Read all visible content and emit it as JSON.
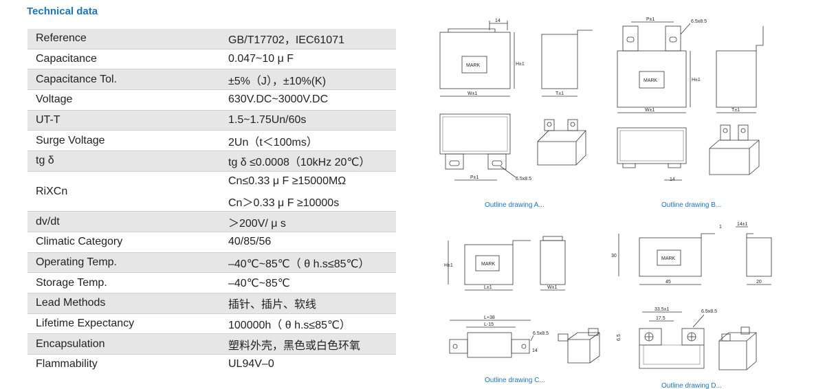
{
  "title": "Technical data",
  "rows": [
    {
      "label": "Reference",
      "values": [
        "GB/T17702，IEC61071"
      ]
    },
    {
      "label": "Capacitance",
      "values": [
        "0.047~10 μ F"
      ]
    },
    {
      "label": "Capacitance Tol.",
      "values": [
        "±5%（J），±10%(K)"
      ]
    },
    {
      "label": "Voltage",
      "values": [
        "630V.DC~3000V.DC"
      ]
    },
    {
      "label": "UT-T",
      "values": [
        "1.5~1.75Un/60s"
      ]
    },
    {
      "label": "Surge Voltage",
      "values": [
        "2Un（t＜100ms）"
      ]
    },
    {
      "label": "tg δ",
      "values": [
        "tg δ ≤0.0008（10kHz 20℃）"
      ]
    },
    {
      "label": "RiXCn",
      "values": [
        "Cn≤0.33 μ F    ≥15000MΩ",
        "Cn＞0.33 μ F    ≥10000s"
      ]
    },
    {
      "label": "dv/dt",
      "values": [
        "＞200V/ μ s"
      ]
    },
    {
      "label": "Climatic Category",
      "values": [
        "40/85/56"
      ]
    },
    {
      "label": "Operating Temp.",
      "values": [
        "–40℃~85℃（ θ h.s≤85℃）"
      ]
    },
    {
      "label": "Storage Temp.",
      "values": [
        "–40℃~85℃"
      ]
    },
    {
      "label": "Lead Methods",
      "values": [
        "插针、插片、软线"
      ]
    },
    {
      "label": "Lifetime Expectancy",
      "values": [
        "100000h（ θ h.s≤85℃）"
      ]
    },
    {
      "label": "Encapsulation",
      "values": [
        "塑料外壳，黑色或白色环氧"
      ]
    },
    {
      "label": "Flammability",
      "values": [
        "UL94V–0"
      ]
    }
  ],
  "drawings": {
    "mark": "MARK",
    "A": {
      "caption": "Outline drawing  A...",
      "dim_top": "14",
      "dim_h": "H±1",
      "dim_w": "W±1",
      "dim_t": "T±1",
      "dim_p": "P±1",
      "hole": "6.5x8.5"
    },
    "B": {
      "caption": "Outline drawing  B...",
      "dim_p": "P±1",
      "hole": "6.5x8.5",
      "dim_h": "H±1",
      "dim_w": "W±1",
      "dim_t": "T±1",
      "dim_14": "14"
    },
    "C": {
      "caption": "Outline drawing  C...",
      "dim_h": "H±1",
      "dim_l": "L±1",
      "dim_w": "W±1",
      "dim_l38": "L+38",
      "dim_l15": "L-15",
      "hole": "6.5x8.5",
      "dim_14": "14"
    },
    "E": {
      "dim_1": "1",
      "dim_14": "14±1",
      "dim_30": "30",
      "dim_45": "45",
      "dim_20": "20"
    },
    "D": {
      "caption": "Outline drawing  D...",
      "dim_33": "33.5±1",
      "dim_17": "17.5",
      "dim_6": "6.5",
      "hole": "6.5x8.5"
    }
  }
}
